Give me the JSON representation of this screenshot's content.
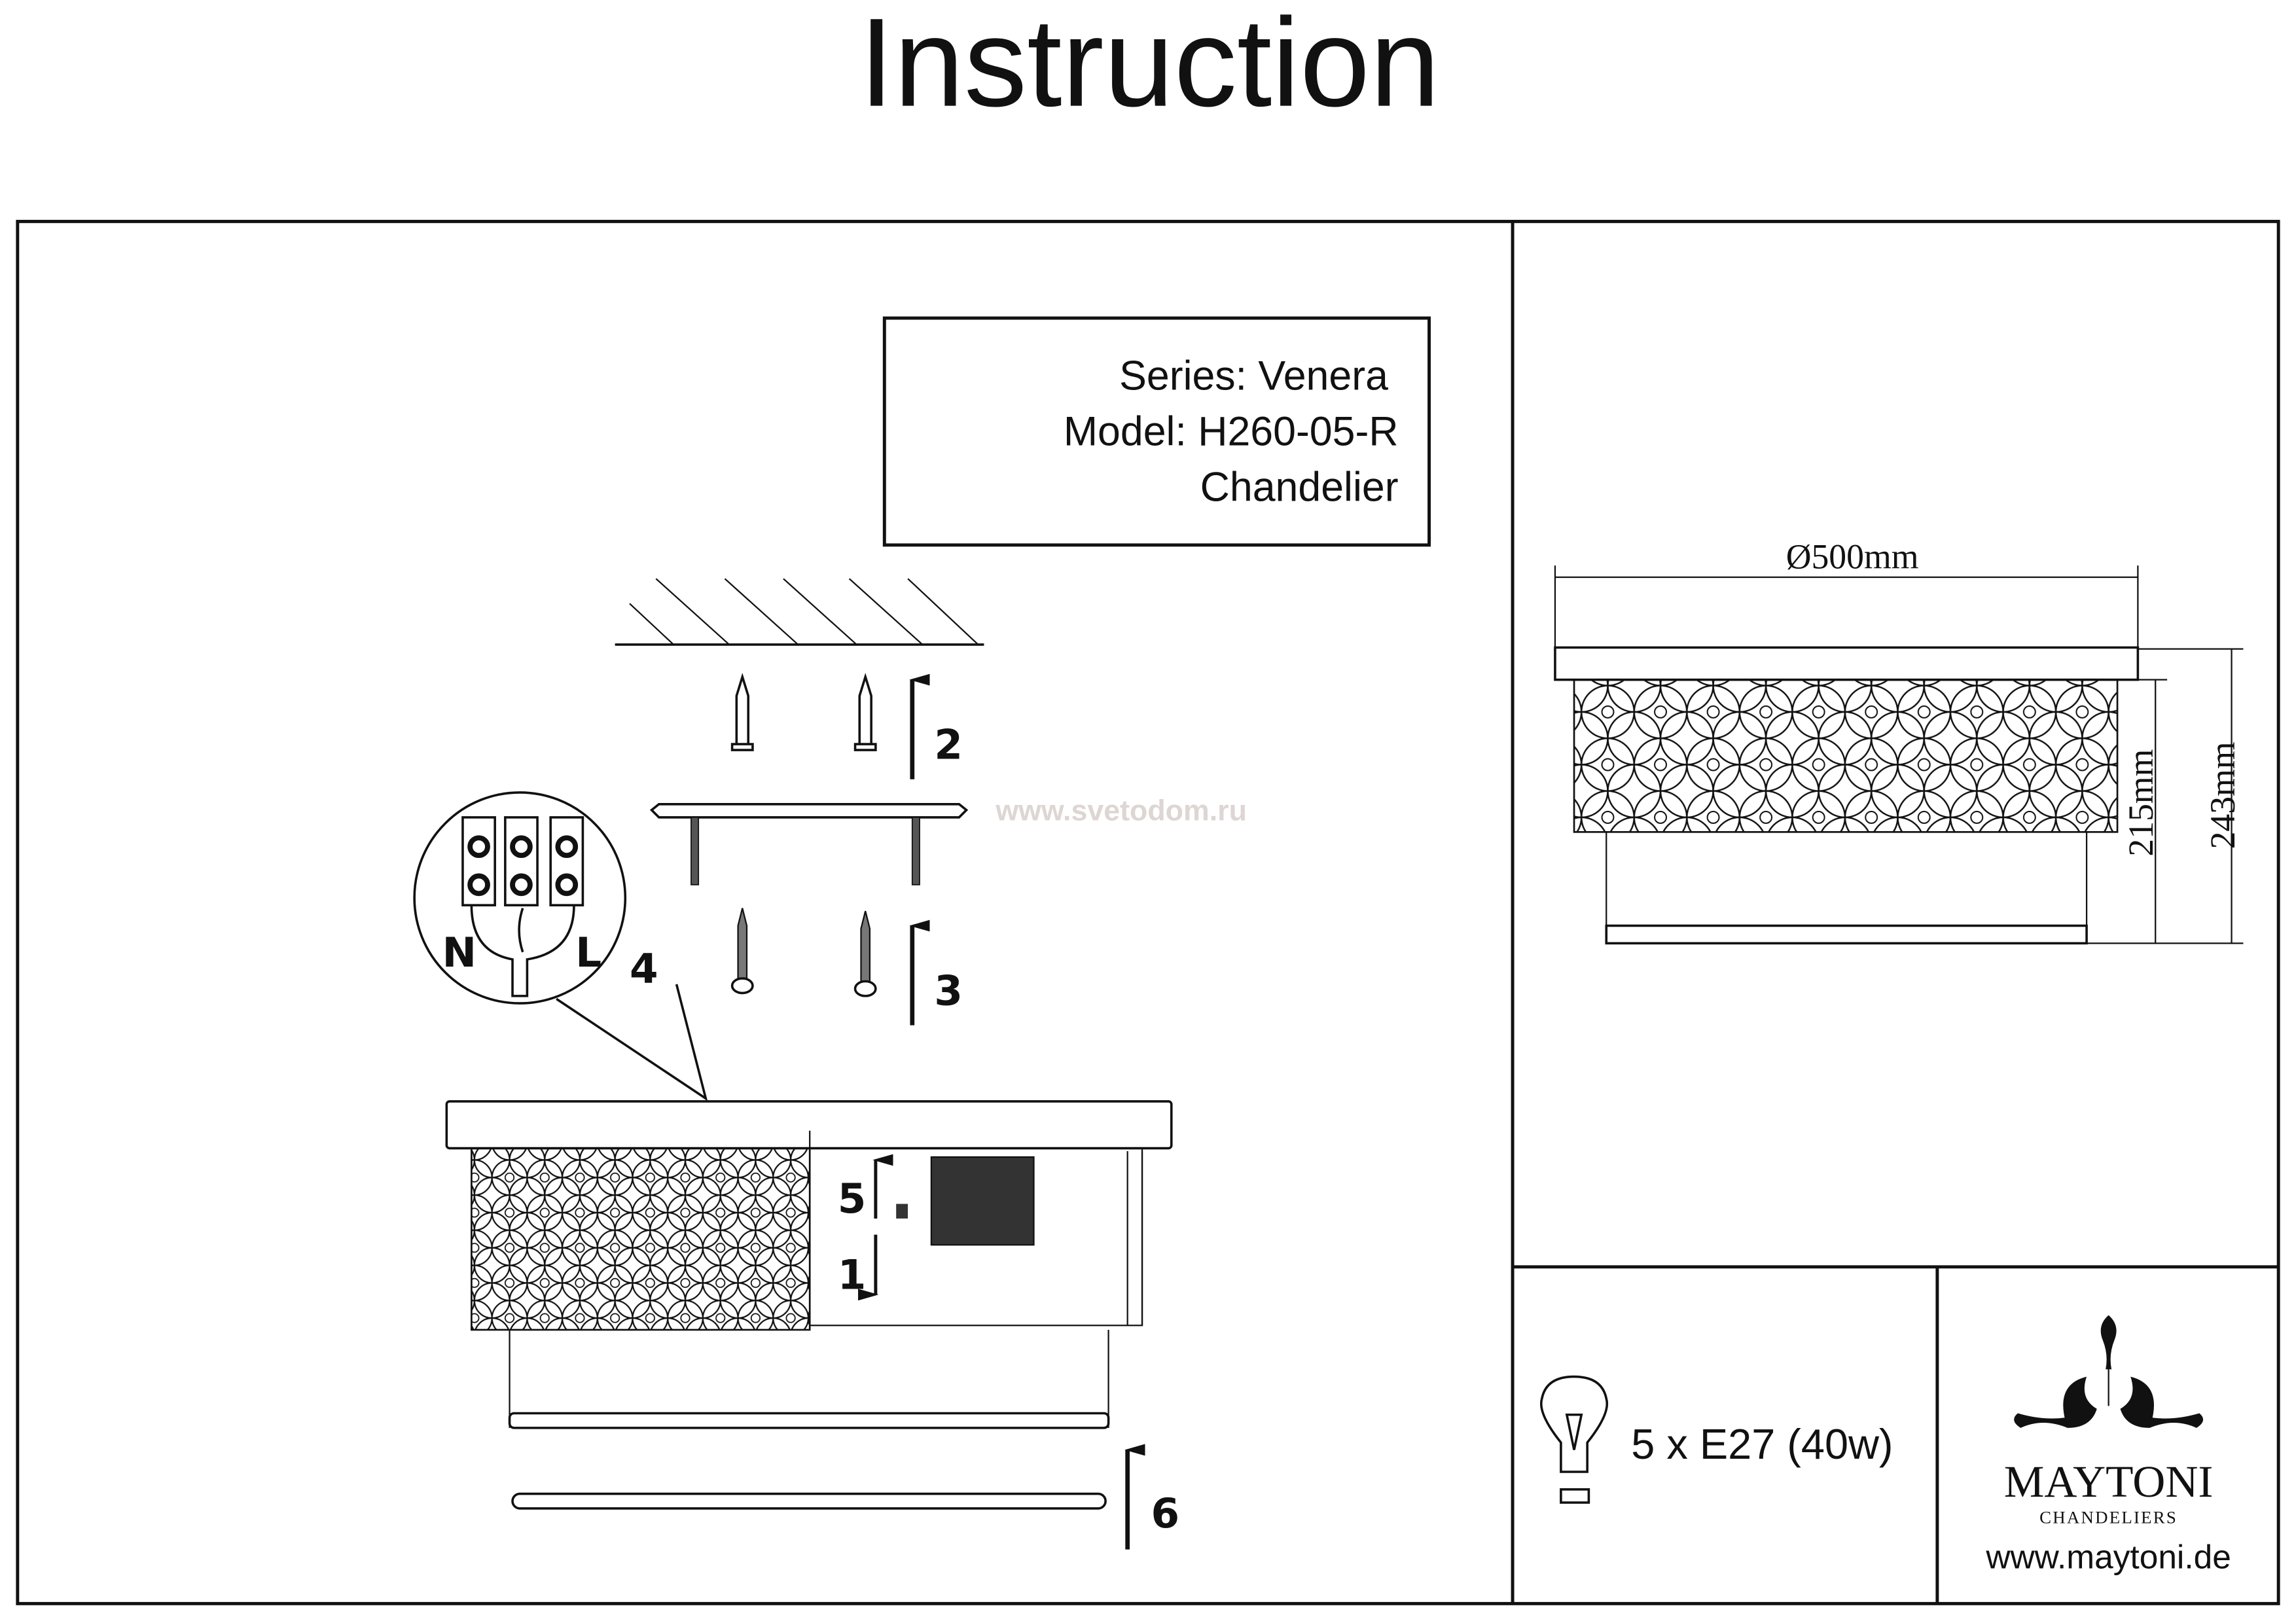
{
  "title": "Instruction",
  "info_box": {
    "series": "Series: Venera",
    "model": "Model: H260-05-R",
    "type": "Chandelier"
  },
  "watermark": "www.svetodom.ru",
  "dimensions": {
    "diameter": "Ø500mm",
    "height_body": "215mm",
    "height_total": "243mm"
  },
  "steps": {
    "s1": "1",
    "s2": "2",
    "s3": "3",
    "s4": "4",
    "s5": "5",
    "s6": "6"
  },
  "wiring": {
    "neutral": "N",
    "live": "L"
  },
  "bulb": {
    "icon": "bulb-icon",
    "spec": "5 x E27 (40w)"
  },
  "brand": {
    "name": "MAYTONI",
    "tagline": "CHANDELIERS",
    "url": "www.maytoni.de"
  }
}
